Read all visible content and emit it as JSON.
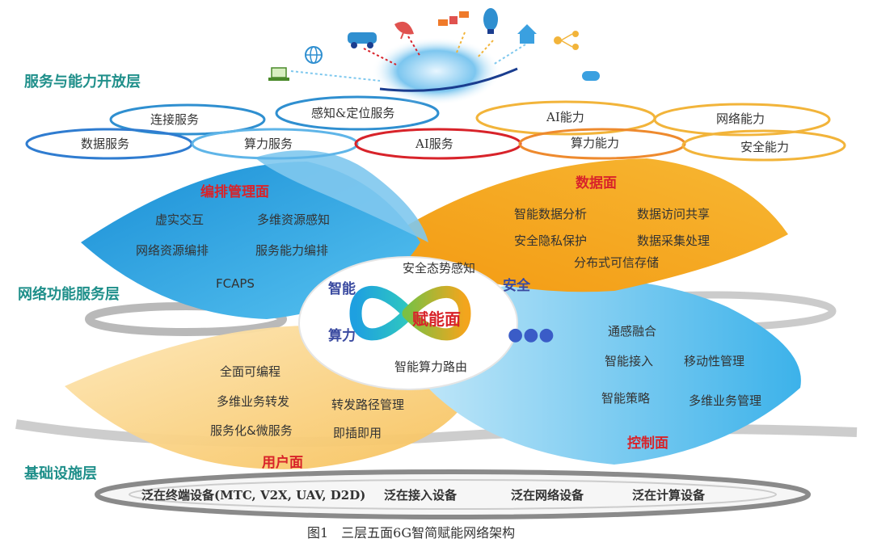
{
  "layers": {
    "service": "服务与能力开放层",
    "network": "网络功能服务层",
    "infra": "基础设施层"
  },
  "service_rings": {
    "top": [
      "连接服务",
      "感知&定位服务",
      "AI能力",
      "网络能力"
    ],
    "bottom": [
      "数据服务",
      "算力服务",
      "AI服务",
      "算力能力",
      "安全能力"
    ]
  },
  "planes": {
    "orchestration": {
      "title": "编排管理面",
      "items": [
        "虚实交互",
        "多维资源感知",
        "网络资源编排",
        "服务能力编排",
        "FCAPS"
      ]
    },
    "data": {
      "title": "数据面",
      "items": [
        "智能数据分析",
        "数据访问共享",
        "安全隐私保护",
        "数据采集处理",
        "分布式可信存储"
      ]
    },
    "user": {
      "title": "用户面",
      "items": [
        "全面可编程",
        "多维业务转发",
        "转发路径管理",
        "服务化&微服务",
        "即插即用"
      ]
    },
    "control": {
      "title": "控制面",
      "items": [
        "通感融合",
        "智能接入",
        "移动性管理",
        "智能策略",
        "多维业务管理"
      ]
    }
  },
  "enabling": {
    "title": "赋能面",
    "top": "安全态势感知",
    "bottom": "智能算力路由",
    "left_top": "智能",
    "left_bottom": "算力",
    "right_top": "安全",
    "right_bottom": "●●●"
  },
  "infrastructure": [
    "泛在终端设备(MTC, V2X, UAV, D2D)",
    "泛在接入设备",
    "泛在网络设备",
    "泛在计算设备"
  ],
  "caption": "图1　三层五面6G智简赋能网络架构",
  "icons": [
    "laptop-icon",
    "globe-icon",
    "car-icon",
    "satellite-dish-icon",
    "satellite-icon",
    "airship-icon",
    "house-icon",
    "people-network-icon",
    "gamepad-icon"
  ],
  "colors": {
    "teal": "#1f8f8a",
    "red": "#d8232a",
    "blue": "#29a8e0",
    "orange": "#f3a51d",
    "navy": "#3a4aa0"
  }
}
